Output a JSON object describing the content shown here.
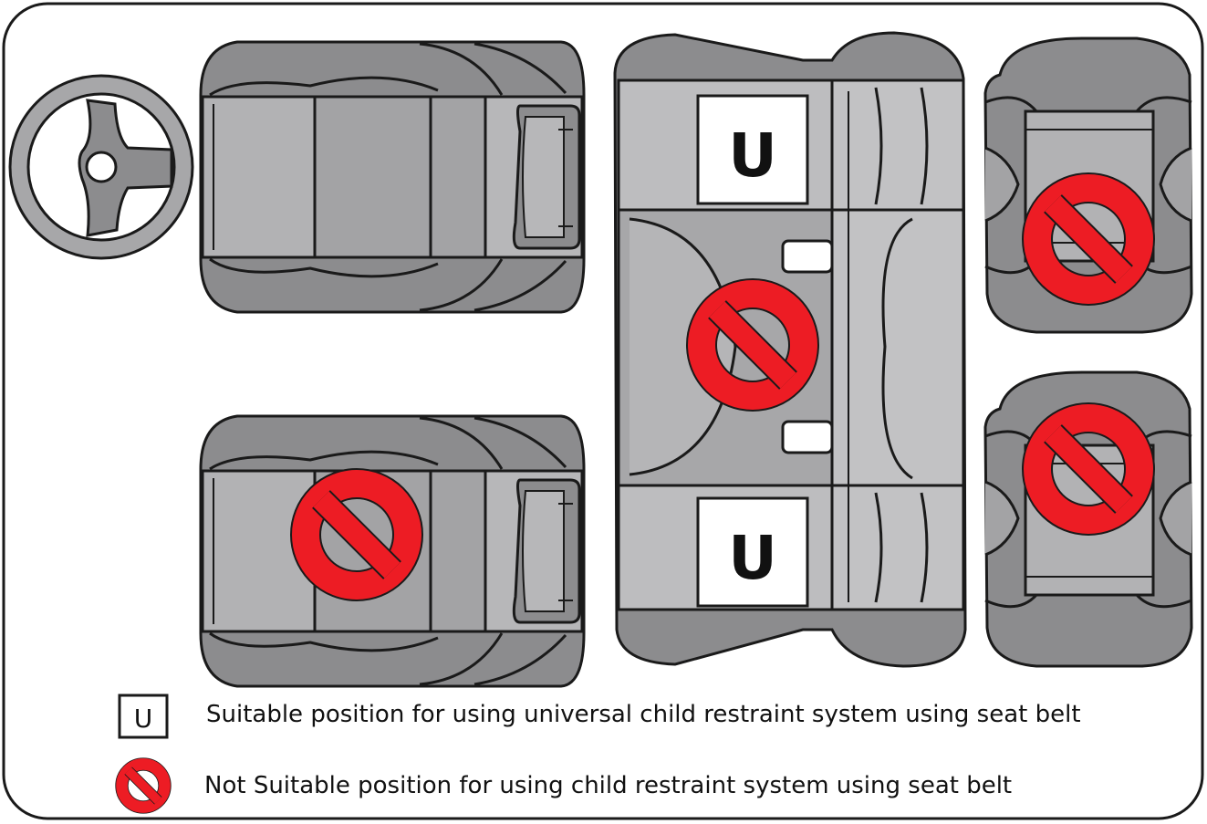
{
  "colors": {
    "seat_dark": "#8c8c8e",
    "seat_mid": "#a7a7a9",
    "seat_light": "#c2c2c4",
    "outline": "#1a1a1a",
    "prohibited_red": "#ed1c24",
    "background": "#ffffff"
  },
  "diagram": {
    "driver_seat": {
      "icon": "steering-wheel-icon"
    },
    "front_passenger_seat": {
      "status": "not-suitable",
      "icon": "prohibited-icon"
    },
    "second_row_bench": {
      "left_position": {
        "status": "suitable",
        "label": "U"
      },
      "center_position": {
        "status": "not-suitable",
        "icon": "prohibited-icon"
      },
      "right_position": {
        "status": "suitable",
        "label": "U"
      }
    },
    "third_row_left_seat": {
      "status": "not-suitable",
      "icon": "prohibited-icon"
    },
    "third_row_right_seat": {
      "status": "not-suitable",
      "icon": "prohibited-icon"
    }
  },
  "legend": {
    "suitable": {
      "symbol": "U",
      "text": "Suitable position for using universal child restraint system using seat belt"
    },
    "not_suitable": {
      "icon": "prohibited-icon",
      "text": "Not Suitable position for using child restraint system using seat belt"
    }
  }
}
